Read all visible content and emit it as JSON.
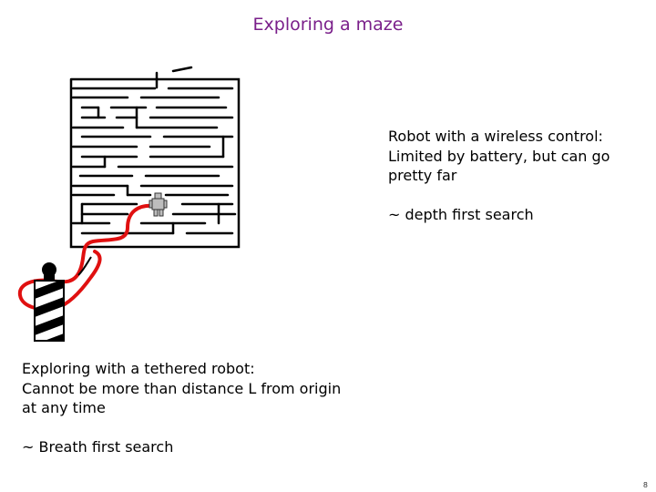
{
  "slide": {
    "title": "Exploring a maze",
    "page_number": "8"
  },
  "wireless_robot": {
    "lines": [
      "Robot with a wireless control:",
      "Limited by battery, but can go",
      "pretty far"
    ],
    "search_note": "~ depth first search"
  },
  "tethered_robot": {
    "lines": [
      "Exploring with a tethered robot:",
      "Cannot be more than distance L from origin",
      "at any time"
    ],
    "search_note": "~ Breath first search"
  },
  "colors": {
    "title": "#7a1f8a",
    "tether": "#e01010",
    "maze_lines": "#000000"
  },
  "icons": {
    "maze": "maze-illustration",
    "robot": "robot-figure",
    "tether": "red-tether-cable",
    "origin_post": "striped-barber-pole"
  }
}
